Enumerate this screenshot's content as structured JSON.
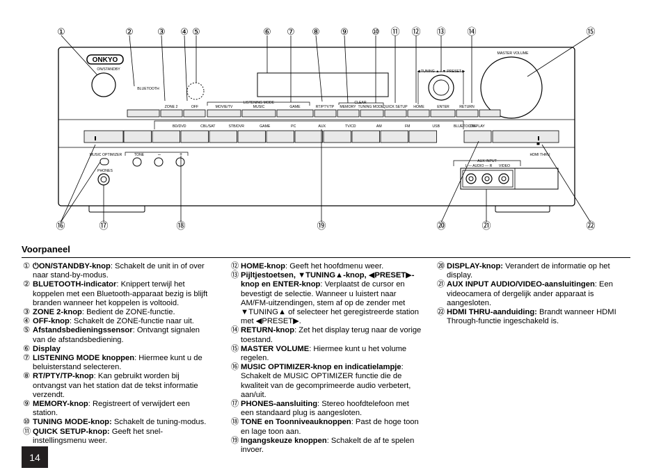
{
  "callouts": [
    "①",
    "②",
    "③",
    "④",
    "⑤",
    "⑥",
    "⑦",
    "⑧",
    "⑨",
    "⑩",
    "⑪",
    "⑫",
    "⑬",
    "⑭",
    "⑮",
    "⑯",
    "⑰",
    "⑱",
    "⑲",
    "⑳",
    "㉑",
    "㉒"
  ],
  "device": {
    "brand": "ONKYO",
    "labels": {
      "on_standby": "ON/STANDBY",
      "bluetooth": "BLUETOOTH",
      "master_volume": "MASTER VOLUME",
      "tuning_preset": "◀ TUNING ▲ / ▼ PRESET ▶",
      "zone2": "ZONE 2",
      "off": "OFF",
      "listening_mode": "LISTENING MODE",
      "movie_tv": "MOVIE/TV",
      "music": "MUSIC",
      "game": "GAME",
      "rt_pty_tp": "RT/PTY/TP",
      "clear": "CLEAR",
      "memory": "MEMORY",
      "tuning_mode": "TUNING MODE",
      "quick_setup": "QUICK SETUP",
      "home": "HOME",
      "enter": "ENTER",
      "return": "RETURN",
      "display": "DISPLAY",
      "music_optimizer": "MUSIC OPTIMIZER",
      "tone": "TONE",
      "minus": "–",
      "plus": "+",
      "phones": "PHONES",
      "aux_input": "AUX INPUT",
      "audio_lr": "L — AUDIO — R",
      "video": "VIDEO",
      "hdmi_thru": "HDMI THRU"
    },
    "inputs": [
      "BD/DVD",
      "CBL/SAT",
      "STB/DVR",
      "GAME",
      "PC",
      "AUX",
      "TV/CD",
      "AM",
      "FM",
      "USB",
      "BLUETOOTH"
    ]
  },
  "section_title": "Voorpaneel",
  "columns": [
    [
      {
        "n": "①",
        "t": "<b>⏻ON/STANDBY-knop</b>: Schakelt de unit in of over naar stand-by-modus."
      },
      {
        "n": "②",
        "t": "<b>BLUETOOTH-indicator</b>: Knippert terwijl het koppelen met een Bluetooth-apparaat bezig is blijft branden wanneer het koppelen is voltooid."
      },
      {
        "n": "③",
        "t": "<b>ZONE 2-knop</b>: Bedient de ZONE-functie."
      },
      {
        "n": "④",
        "t": "<b>OFF-knop</b>: Schakelt de ZONE-functie naar uit."
      },
      {
        "n": "⑤",
        "t": "<b>Afstandsbedieningssensor</b>: Ontvangt signalen van de afstandsbediening."
      },
      {
        "n": "⑥",
        "t": "<b>Display</b>"
      },
      {
        "n": "⑦",
        "t": "<b>LISTENING MODE knoppen</b>: Hiermee kunt u de beluisterstand selecteren."
      },
      {
        "n": "⑧",
        "t": "<b>RT/PTY/TP-knop</b>: Kan gebruikt worden bij ontvangst van het station dat de tekst informatie verzendt."
      },
      {
        "n": "⑨",
        "t": "<b>MEMORY-knop</b>: Registreert of verwijdert een station."
      },
      {
        "n": "⑩",
        "t": "<b>TUNING MODE-knop:</b> Schakelt de tuning-modus."
      },
      {
        "n": "⑪",
        "t": "<b>QUICK SETUP-knop:</b> Geeft het snel-instellingsmenu weer."
      }
    ],
    [
      {
        "n": "⑫",
        "t": "<b>HOME-knop</b>: Geeft het hoofdmenu weer."
      },
      {
        "n": "⑬",
        "t": "<b>Pijltjestoetsen, ▼TUNING▲-knop, ◀PRESET▶-knop en ENTER-knop</b>: Verplaatst de cursor en bevestigt de selectie. Wanneer u luistert naar AM/FM-uitzendingen, stem af op de zender met ▼TUNING▲ of selecteer het geregistreerde station met ◀PRESET▶."
      },
      {
        "n": "⑭",
        "t": "<b>RETURN-knop</b>: Zet het display terug naar de vorige toestand."
      },
      {
        "n": "⑮",
        "t": "<b>MASTER VOLUME</b>: Hiermee kunt u het volume regelen."
      },
      {
        "n": "⑯",
        "t": "<b>MUSIC OPTIMIZER-knop en indicatielampje</b>: Schakelt de MUSIC OPTIMIZER functie die de kwaliteit van de gecomprimeerde audio verbetert, aan/uit."
      },
      {
        "n": "⑰",
        "t": "<b>PHONES-aansluiting</b>: Stereo hoofdtelefoon met een standaard plug is aangesloten."
      },
      {
        "n": "⑱",
        "t": "<b>TONE en Toonniveauknoppen</b>: Past de hoge toon en lage toon aan."
      },
      {
        "n": "⑲",
        "t": "<b>Ingangskeuze knoppen</b>: Schakelt de af te spelen invoer."
      }
    ],
    [
      {
        "n": "⑳",
        "t": "<b>DISPLAY-knop:</b> Verandert de informatie op het display."
      },
      {
        "n": "㉑",
        "t": "<b>AUX INPUT AUDIO/VIDEO-aansluitingen</b>: Een videocamera of dergelijk ander apparaat is aangesloten."
      },
      {
        "n": "㉒",
        "t": "<b>HDMI THRU-aanduiding:</b> Brandt wanneer HDMI Through-functie ingeschakeld is."
      }
    ]
  ],
  "page_number": "14"
}
